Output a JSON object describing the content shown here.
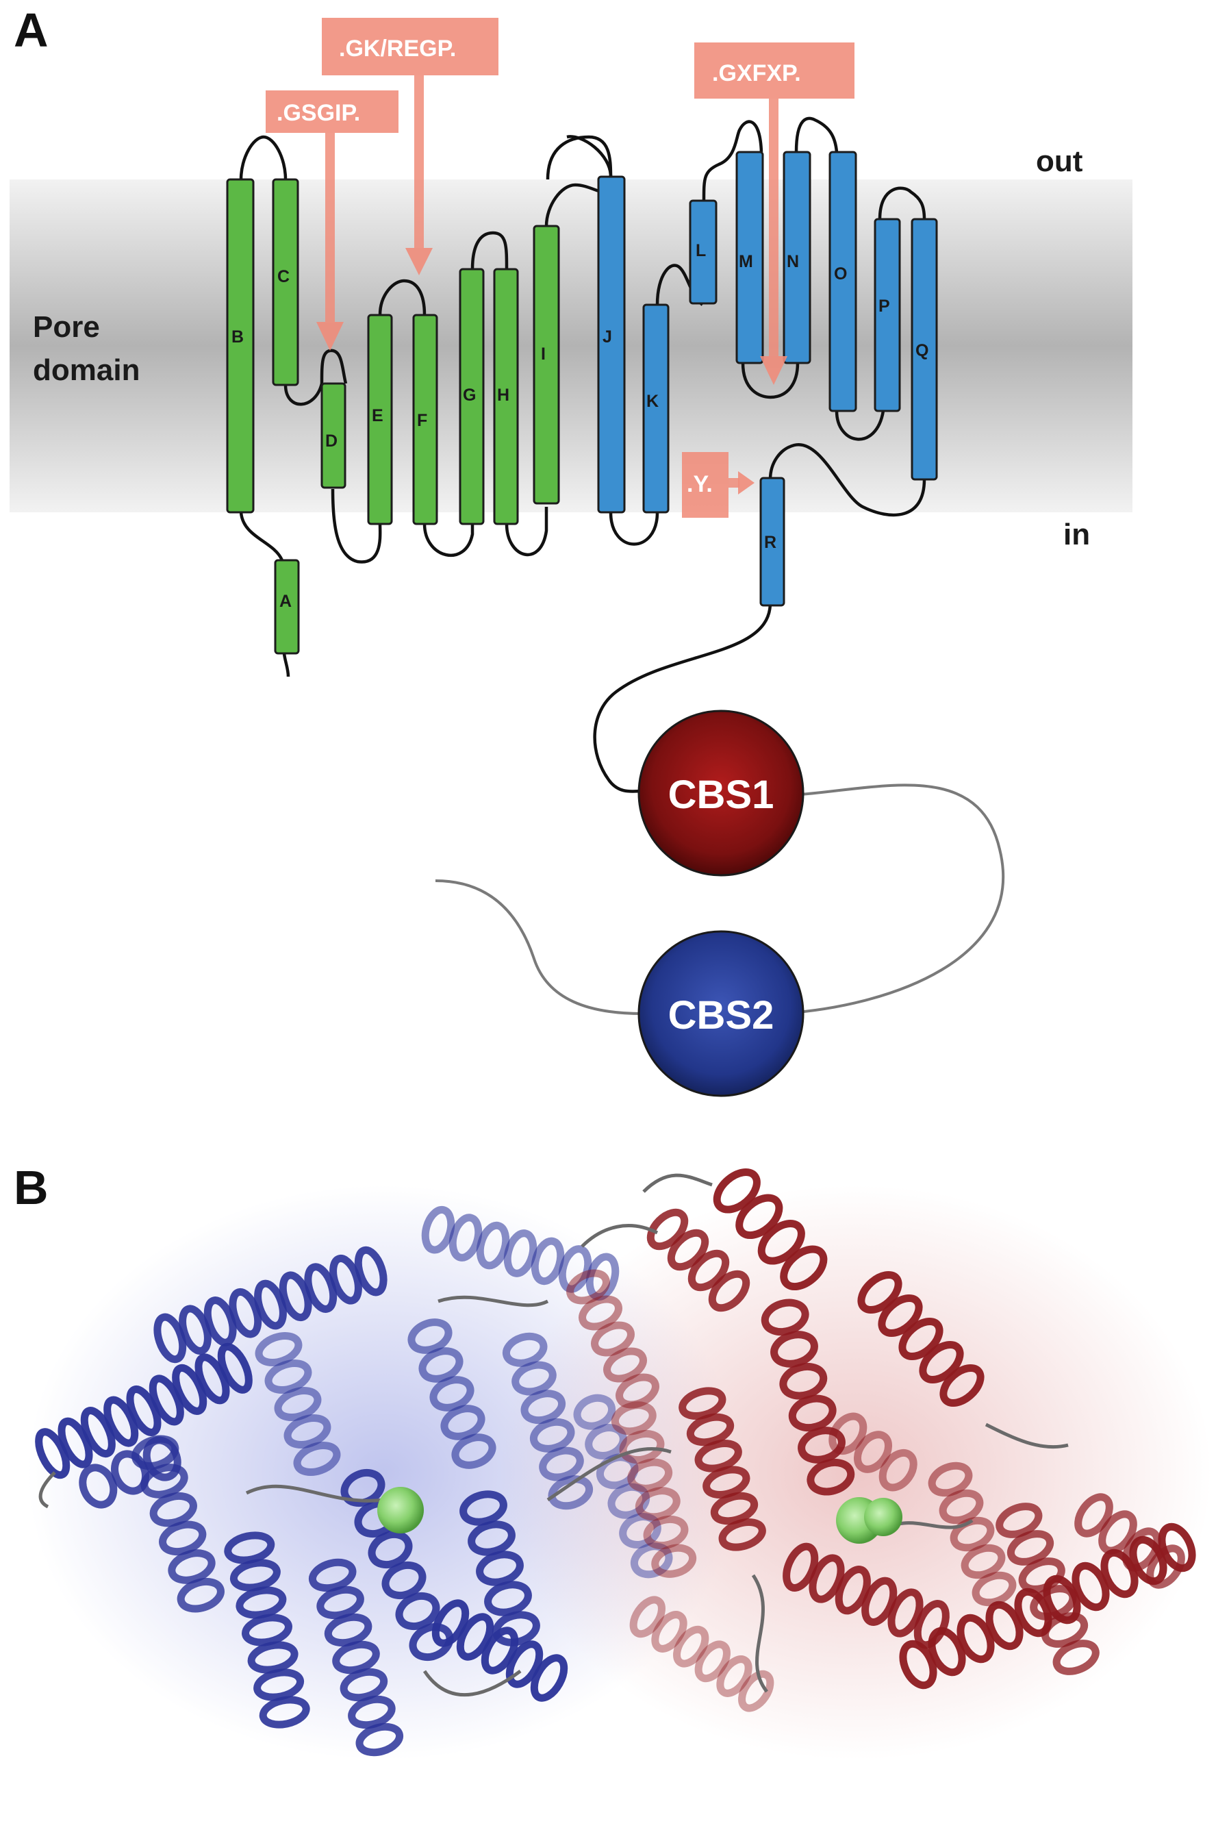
{
  "panel_a": {
    "letter": "A",
    "membrane_label": "Pore\ndomain",
    "out_label": "out",
    "in_label": "in",
    "motifs": [
      ".GSGIP.",
      ".GK/REGP.",
      ".GXFXP.",
      ".Y."
    ],
    "helices_green": [
      "A",
      "B",
      "C",
      "D",
      "E",
      "F",
      "G",
      "H",
      "I"
    ],
    "helices_blue": [
      "J",
      "K",
      "L",
      "M",
      "N",
      "O",
      "P",
      "Q",
      "R"
    ],
    "cbs": [
      "CBS1",
      "CBS2"
    ],
    "colors": {
      "helix_green": "#5cb845",
      "helix_blue": "#3b8fd0",
      "motif_box": "#f08c7a",
      "cbs1": "#8a1414",
      "cbs2": "#233a8a",
      "membrane": "#bdbdbd"
    }
  },
  "panel_b": {
    "letter": "B",
    "colors": {
      "subunit_1": "#2a3399",
      "subunit_2": "#8e1a1f",
      "ion": "#7fd36a",
      "loops": "#6a6a6a"
    }
  }
}
